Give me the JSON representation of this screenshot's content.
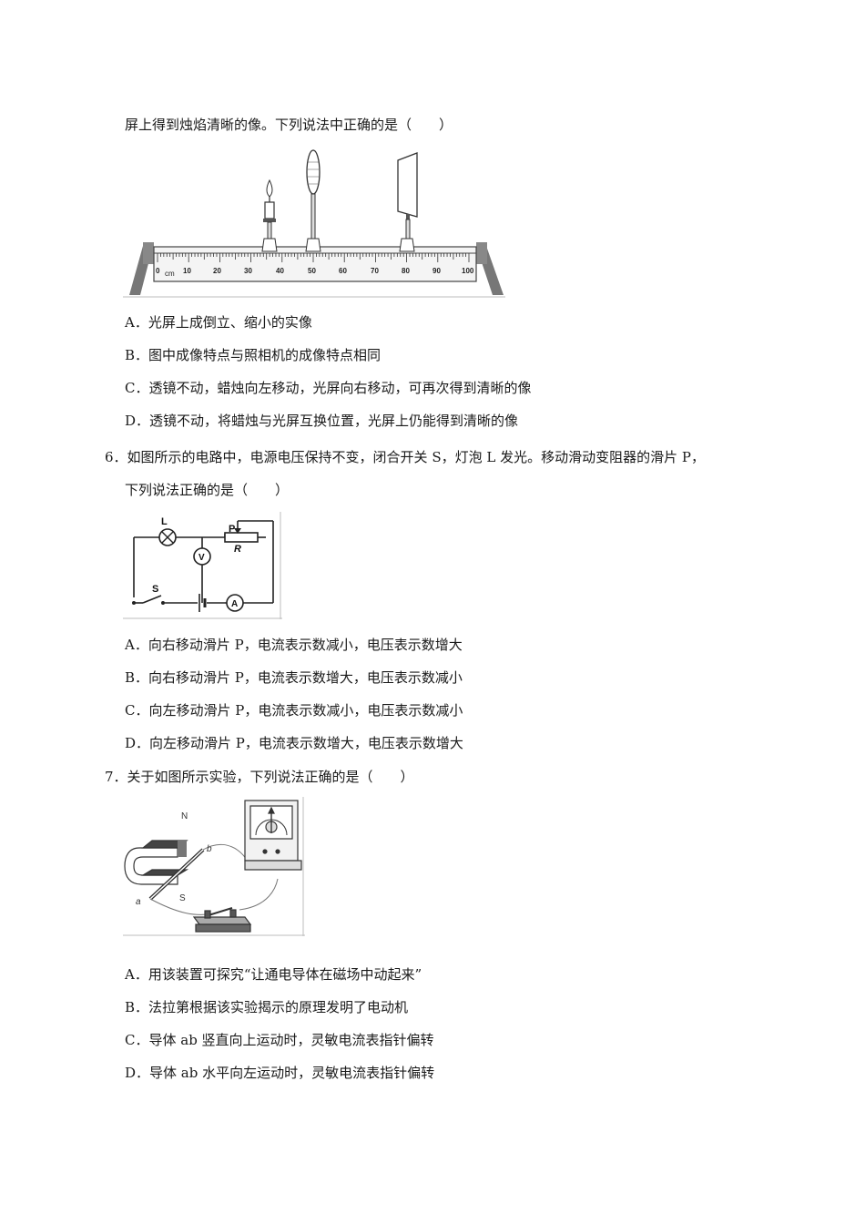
{
  "q5": {
    "stem_cont": "屏上得到烛焰清晰的像。下列说法中正确的是（　　）",
    "figure": {
      "ruler_labels": [
        "0",
        "cm",
        "10",
        "20",
        "30",
        "40",
        "50",
        "60",
        "70",
        "80",
        "90",
        "100"
      ]
    },
    "options": [
      "A．光屏上成倒立、缩小的实像",
      "B．图中成像特点与照相机的成像特点相同",
      "C．透镜不动，蜡烛向左移动，光屏向右移动，可再次得到清晰的像",
      "D．透镜不动，将蜡烛与光屏互换位置，光屏上仍能得到清晰的像"
    ]
  },
  "q6": {
    "stem_line1": "6．如图所示的电路中，电源电压保持不变，闭合开关 S，灯泡 L 发光。移动滑动变阻器的滑片 P，",
    "stem_line2": "下列说法正确的是（　　）",
    "figure": {
      "label_L": "L",
      "label_P": "P",
      "label_R": "R",
      "label_V": "V",
      "label_S": "S",
      "label_A": "A"
    },
    "options": [
      "A．向右移动滑片 P，电流表示数减小，电压表示数增大",
      "B．向右移动滑片 P，电流表示数增大，电压表示数减小",
      "C．向左移动滑片 P，电流表示数减小，电压表示数减小",
      "D．向左移动滑片 P，电流表示数增大，电压表示数增大"
    ]
  },
  "q7": {
    "stem": "7．关于如图所示实验，下列说法正确的是（　　）",
    "figure": {
      "label_N": "N",
      "label_S": "S",
      "label_a": "a",
      "label_b": "b"
    },
    "options": [
      "A．用该装置可探究“让通电导体在磁场中动起来”",
      "B．法拉第根据该实验揭示的原理发明了电动机",
      "C．导体 ab 竖直向上运动时，灵敏电流表指针偏转",
      "D．导体 ab 水平向左运动时，灵敏电流表指针偏转"
    ]
  }
}
